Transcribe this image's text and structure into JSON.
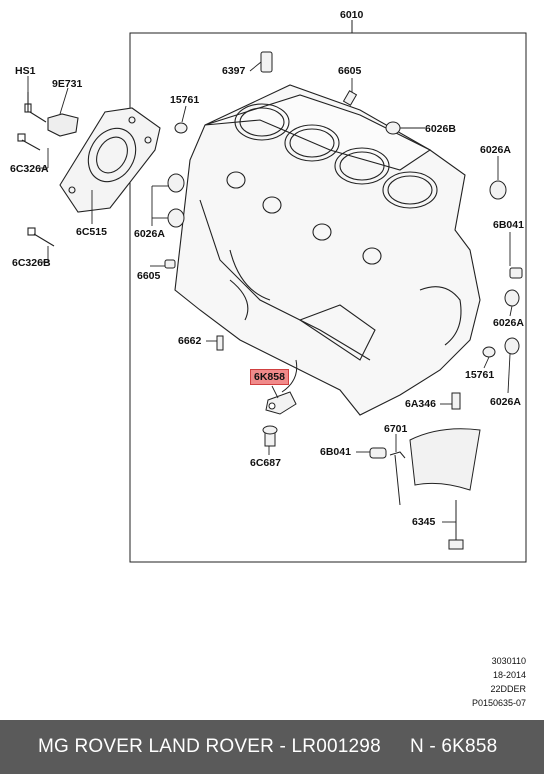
{
  "labels": {
    "main": "6010",
    "hs1": "HS1",
    "p9e731": "9E731",
    "p6c326a": "6C326A",
    "p6c515": "6C515",
    "p6c326b": "6C326B",
    "p6397": "6397",
    "p6605_top": "6605",
    "p15761_left": "15761",
    "p6026b": "6026B",
    "p6026a_tr": "6026A",
    "p6026a_left": "6026A",
    "p6b041_right": "6B041",
    "p6605_left": "6605",
    "p6026a_r2": "6026A",
    "p6662": "6662",
    "p15761_right": "15761",
    "p6k858": "6K858",
    "p6a346": "6A346",
    "p6026a_r3": "6026A",
    "p6701": "6701",
    "p6b041_low": "6B041",
    "p6c687": "6C687",
    "p6345": "6345"
  },
  "meta": {
    "line1": "3030110",
    "line2": "18-2014",
    "line3": "22DDER",
    "line4": "P0150635-07"
  },
  "footer": {
    "title": "MG ROVER LAND ROVER - LR001298",
    "part": "N - 6K858"
  },
  "colors": {
    "highlight": "#f08a8a",
    "footer_bg": "#5a5a5a"
  }
}
